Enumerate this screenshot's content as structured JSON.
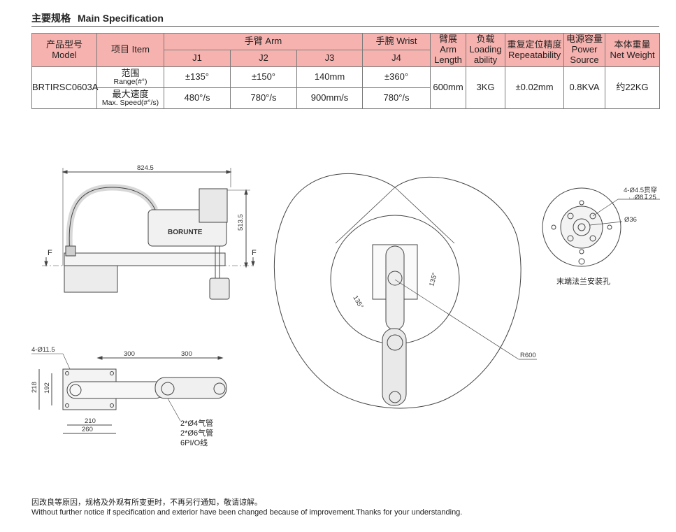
{
  "section": {
    "title_cn": "主要规格",
    "title_en": "Main Specification"
  },
  "table": {
    "headers": {
      "model_cn": "产品型号",
      "model_en": "Model",
      "item": "项目 Item",
      "arm": "手臂 Arm",
      "wrist": "手腕 Wrist",
      "reach_cn": "臂展",
      "reach_en1": "Arm",
      "reach_en2": "Length",
      "load_cn": "负载",
      "load_en1": "Loading",
      "load_en2": "ability",
      "repeat_cn": "重复定位精度",
      "repeat_en": "Repeatability",
      "power_cn": "电源容量",
      "power_en1": "Power",
      "power_en2": "Source",
      "weight_cn": "本体重量",
      "weight_en": "Net Weight",
      "j1": "J1",
      "j2": "J2",
      "j3": "J3",
      "j4": "J4"
    },
    "model": "BRTIRSC0603A",
    "range_row": {
      "label_cn": "范围",
      "label_en": "Range(#°)",
      "j1": "±135°",
      "j2": "±150°",
      "j3": "140mm",
      "j4": "±360°"
    },
    "speed_row": {
      "label_cn": "最大速度",
      "label_en": "Max. Speed(#°/s)",
      "j1": "480°/s",
      "j2": "780°/s",
      "j3": "900mm/s",
      "j4": "780°/s"
    },
    "arm_length": "600mm",
    "loading": "3KG",
    "repeatability": "±0.02mm",
    "power": "0.8KVA",
    "net_weight": "约22KG"
  },
  "drawing": {
    "side": {
      "width": "824.5",
      "height": "513.5",
      "force_label": "F",
      "brand": "BORUNTE"
    },
    "top": {
      "holes": "4-Ø11.5",
      "link1": "300",
      "link2": "300",
      "w1": "218",
      "w2": "192",
      "b1": "210",
      "b2": "260",
      "notes": [
        "2*Ø4气管",
        "2*Ø6气管",
        "6PI/O线"
      ]
    },
    "workspace": {
      "angle_left": "135°",
      "angle_right": "135°",
      "radius": "R600"
    },
    "flange": {
      "holes_l1": "4-Ø4.5贯穿",
      "holes_l2": "⌴Ø8↧25",
      "dia": "Ø36",
      "caption": "末端法兰安装孔"
    }
  },
  "footer": {
    "cn": "因改良等原因，规格及外观有所变更时，不再另行通知，敬请谅解。",
    "en": "Without further notice if specification and exterior have been changed because of improvement.Thanks for your understanding."
  }
}
